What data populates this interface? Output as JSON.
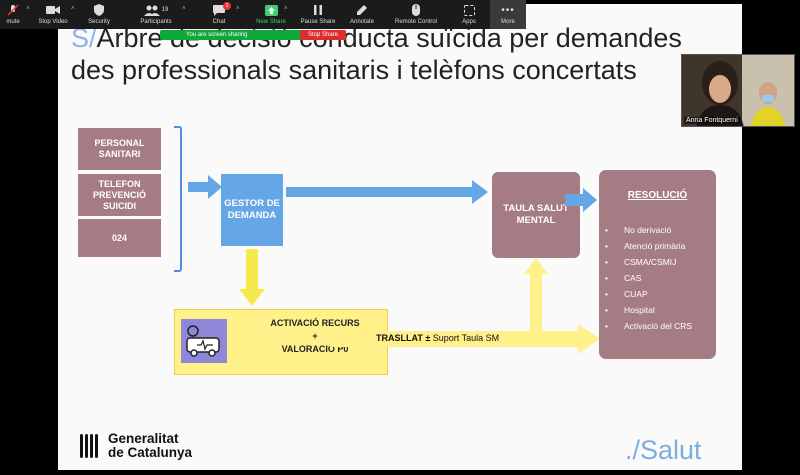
{
  "toolbar": {
    "items": [
      {
        "label": "mute",
        "icon": "mic-muted-icon"
      },
      {
        "label": "Stop Video",
        "icon": "video-camera-icon"
      },
      {
        "label": "Security",
        "icon": "shield-icon"
      },
      {
        "label": "Participants",
        "icon": "participants-icon",
        "count": "19"
      },
      {
        "label": "Chat",
        "icon": "chat-icon",
        "badge": "1"
      },
      {
        "label": "New Share",
        "icon": "share-screen-icon"
      },
      {
        "label": "Pause Share",
        "icon": "pause-icon"
      },
      {
        "label": "Annotate",
        "icon": "pencil-icon"
      },
      {
        "label": "Remote Control",
        "icon": "remote-control-icon"
      },
      {
        "label": "Apps",
        "icon": "apps-icon"
      },
      {
        "label": "More",
        "icon": "more-icon"
      }
    ],
    "sharing_text": "You are screen sharing",
    "stop_share": "Stop Share"
  },
  "slide": {
    "title_accent": "S/",
    "title": "Arbre de decisió conducta suïcida per demandes des  professionals sanitaris i telèfons concertats",
    "sources": [
      "PERSONAL SANITARI",
      "TELEFON PREVENCIÓ SUICIDI",
      "024"
    ],
    "gestor": "GESTOR DE DEMANDA",
    "taula": "TAULA SALUT MENTAL",
    "activacio_line1": "ACTIVACIÓ RECURS",
    "activacio_plus": "+",
    "activacio_line2": "VALORACIÓ P0",
    "trasllat_bold": "TRASLLAT ±",
    "trasllat_rest": " Suport Taula SM",
    "resolucio_title": "RESOLUCIÓ",
    "resolucio_items": [
      "No derivació",
      "Atenció primària",
      "CSMA/CSMIJ",
      "CAS",
      "CUAP",
      "Hospital",
      "Activació del CRS"
    ],
    "logo_line1": "Generalitat",
    "logo_line2": "de Catalunya",
    "salut": "./Salut"
  },
  "webcam": {
    "name": "Anna Fontquerni"
  },
  "colors": {
    "rose": "#a67c84",
    "blue": "#64a6e6",
    "yellow": "#fff08a",
    "accent": "#8fb3e6"
  }
}
